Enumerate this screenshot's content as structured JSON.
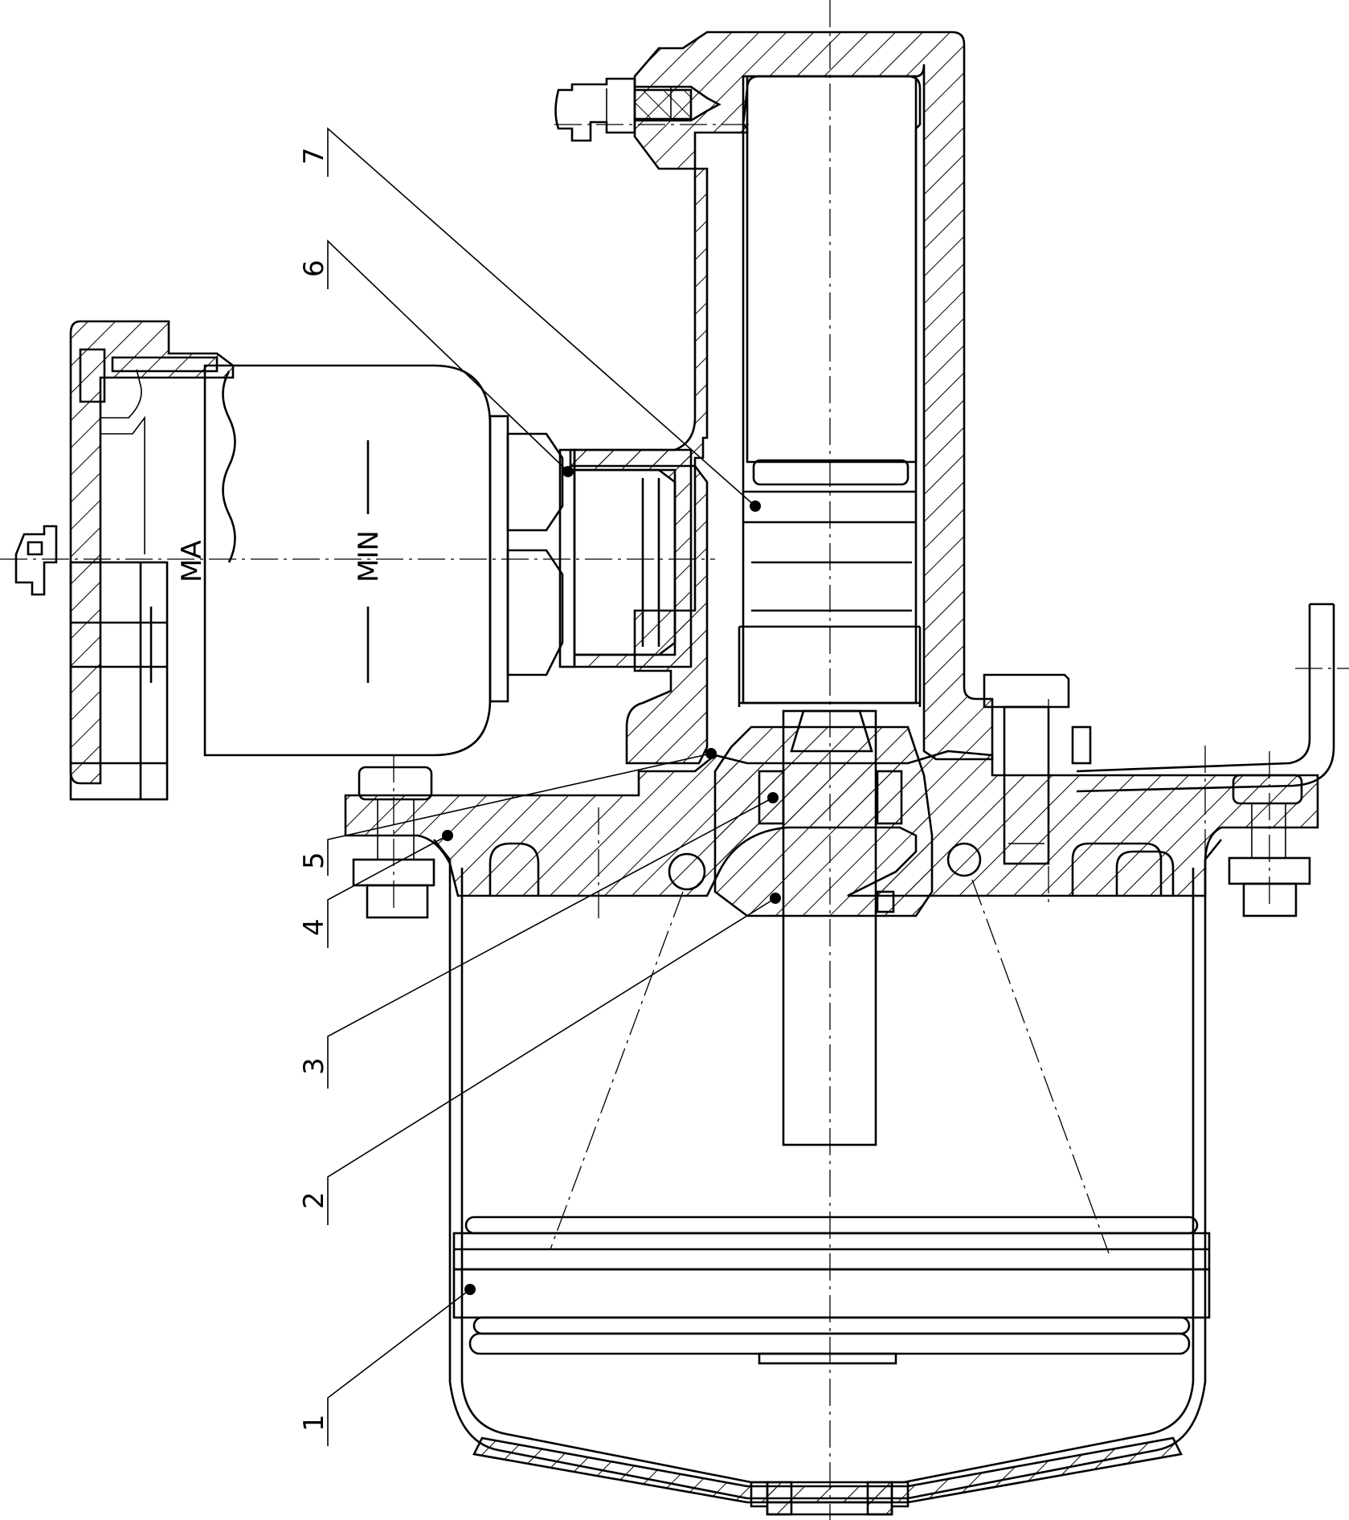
{
  "callouts": [
    {
      "id": "1",
      "text": "1"
    },
    {
      "id": "2",
      "text": "2"
    },
    {
      "id": "3",
      "text": "3"
    },
    {
      "id": "4",
      "text": "4"
    },
    {
      "id": "5",
      "text": "5"
    },
    {
      "id": "6",
      "text": "6"
    },
    {
      "id": "7",
      "text": "7"
    }
  ],
  "reservoir": {
    "min_mark": "MIN",
    "max_mark": "MA"
  },
  "colors": {
    "ink": "#000000",
    "paper": "#ffffff"
  }
}
